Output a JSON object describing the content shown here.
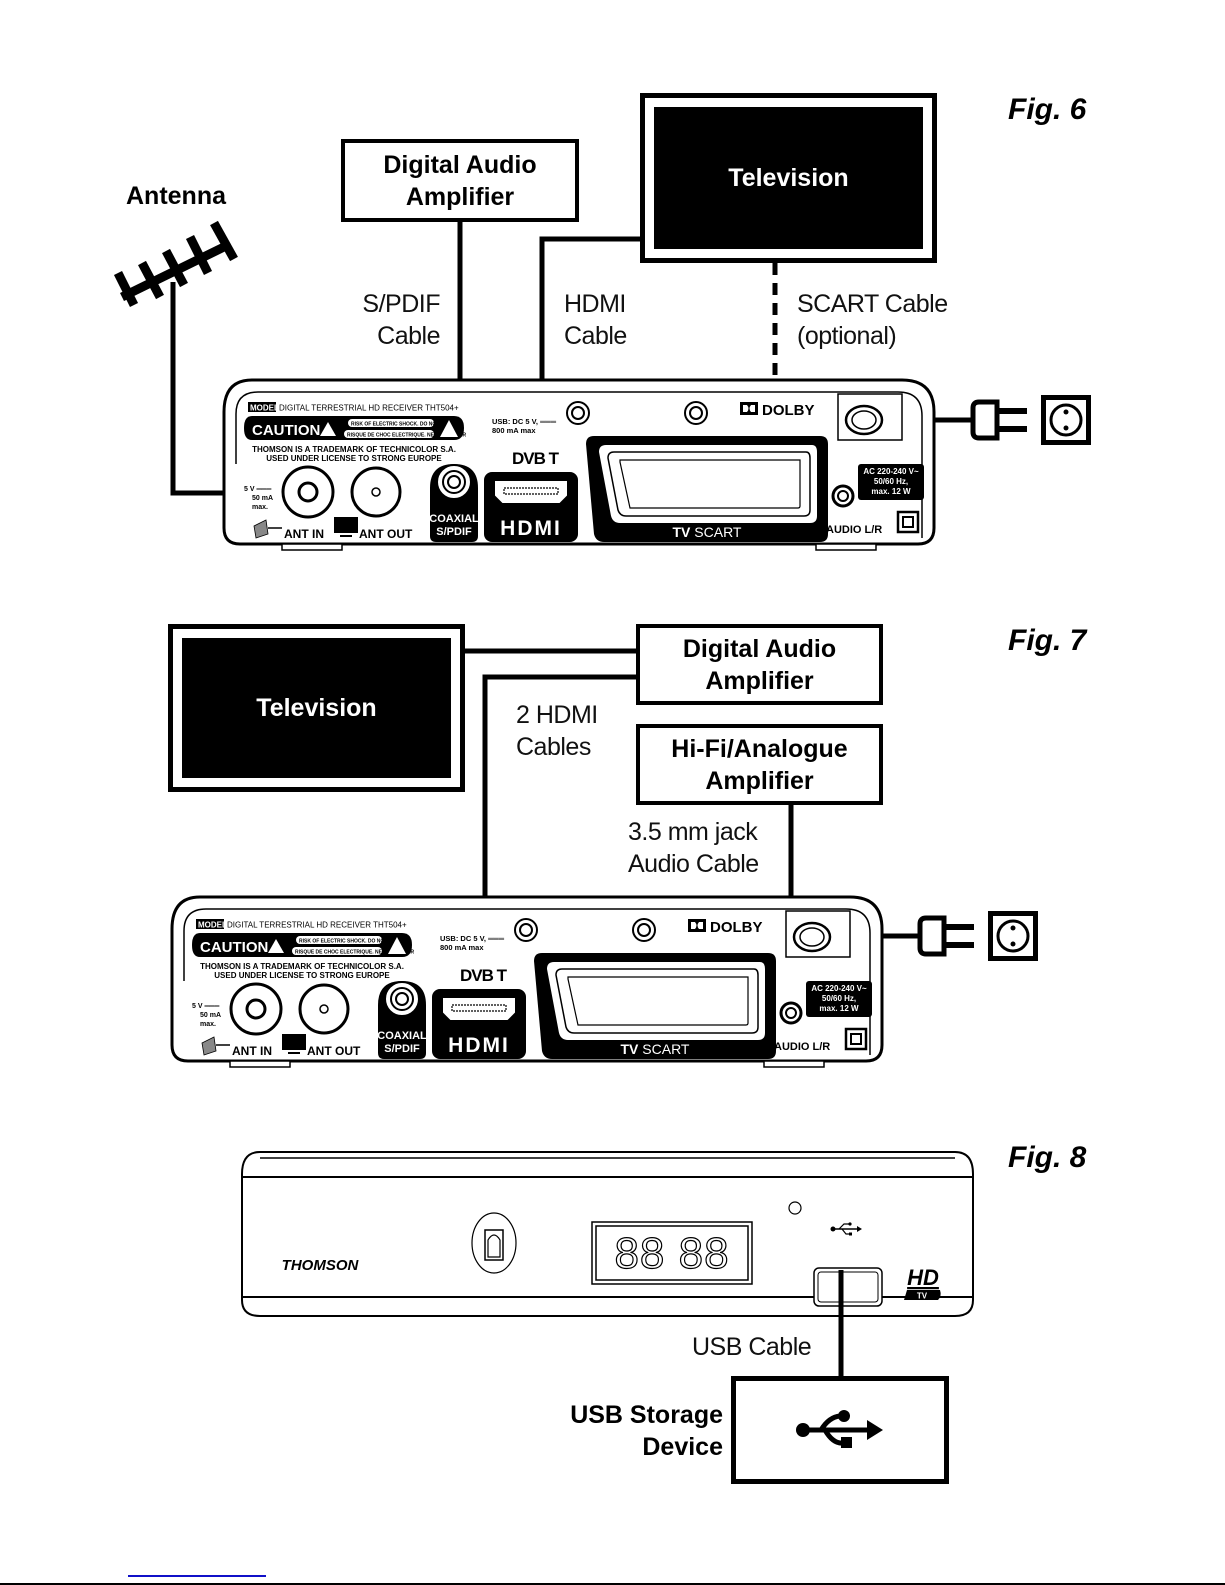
{
  "fig6": {
    "label": "Fig. 6",
    "antenna_label": "Antenna",
    "amplifier": {
      "line1": "Digital Audio",
      "line2": "Amplifier"
    },
    "television": "Television",
    "cables": {
      "spdif": {
        "line1": "S/PDIF",
        "line2": "Cable"
      },
      "hdmi": {
        "line1": "HDMI",
        "line2": "Cable"
      },
      "scart": {
        "line1": "SCART Cable",
        "line2": "(optional)"
      }
    }
  },
  "fig7": {
    "label": "Fig. 7",
    "television": "Television",
    "digital_amplifier": {
      "line1": "Digital Audio",
      "line2": "Amplifier"
    },
    "hifi_amplifier": {
      "line1": "Hi-Fi/Analogue",
      "line2": "Amplifier"
    },
    "cables": {
      "hdmi": {
        "line1": "2 HDMI",
        "line2": "Cables"
      },
      "jack": {
        "line1": "3.5 mm jack",
        "line2": "Audio Cable"
      }
    }
  },
  "fig8": {
    "label": "Fig. 8",
    "brand": "THOMSON",
    "display_digits": "88 88",
    "hd_badge": "HD",
    "tv_badge": "TV",
    "cable": "USB Cable",
    "device": {
      "line1": "USB Storage",
      "line2": "Device"
    }
  },
  "receiver_rear": {
    "model_tag": "MODEL",
    "model_text": "DIGITAL TERRESTRIAL HD RECEIVER THT504+",
    "caution": "CAUTION",
    "warning_en": "RISK OF ELECTRIC SHOCK. DO NOT OPEN.",
    "warning_fr": "RISQUE DE CHOC ELECTRIQUE. NE PAS OUVRIR",
    "trademark_line1": "THOMSON IS A TRADEMARK OF TECHNICOLOR S.A.",
    "trademark_line2": "USED UNDER LICENSE TO STRONG EUROPE",
    "usb_line1": "USB: DC 5 V,",
    "usb_line2": "800 mA max",
    "dvb_logo": "DVB T",
    "antenna_power_line1": "5 V",
    "antenna_power_line2": "50 mA",
    "antenna_power_line3": "max.",
    "ant_in": "ANT IN",
    "ant_out": "ANT OUT",
    "coaxial_line1": "COAXIAL",
    "coaxial_line2": "S/PDIF",
    "hdmi": "HDMI",
    "scart_bold": "TV",
    "scart": "SCART",
    "dolby": "DOLBY",
    "power_line1": "AC 220-240 V~",
    "power_line2": "50/60 Hz,",
    "power_line3": "max. 12 W",
    "audio": "AUDIO L/R"
  }
}
